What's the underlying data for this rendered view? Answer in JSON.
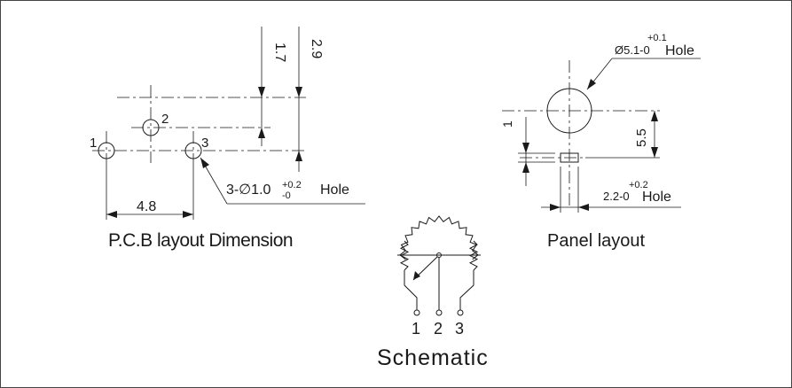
{
  "pcb": {
    "pin_1": "1",
    "pin_2": "2",
    "pin_3": "3",
    "dim_1_7": "1.7",
    "dim_2_9": "2.9",
    "dim_4_8": "4.8",
    "hole_prefix": "3-∅1.0",
    "hole_tol_plus": "+0.2",
    "hole_tol_minus": "-0",
    "hole_suffix": "Hole",
    "caption": "P.C.B layout Dimension"
  },
  "panel": {
    "large_hole_dia": "Ø5.1-0",
    "large_hole_tol": "+0.1",
    "large_hole_suffix": "Hole",
    "dim_5_5": "5.5",
    "dim_1": "1",
    "small_hole_dia": "2.2-0",
    "small_hole_tol": "+0.2",
    "small_hole_suffix": "Hole",
    "caption": "Panel layout"
  },
  "schematic": {
    "pin_1": "1",
    "pin_2": "2",
    "pin_3": "3",
    "caption": "Schematic"
  }
}
